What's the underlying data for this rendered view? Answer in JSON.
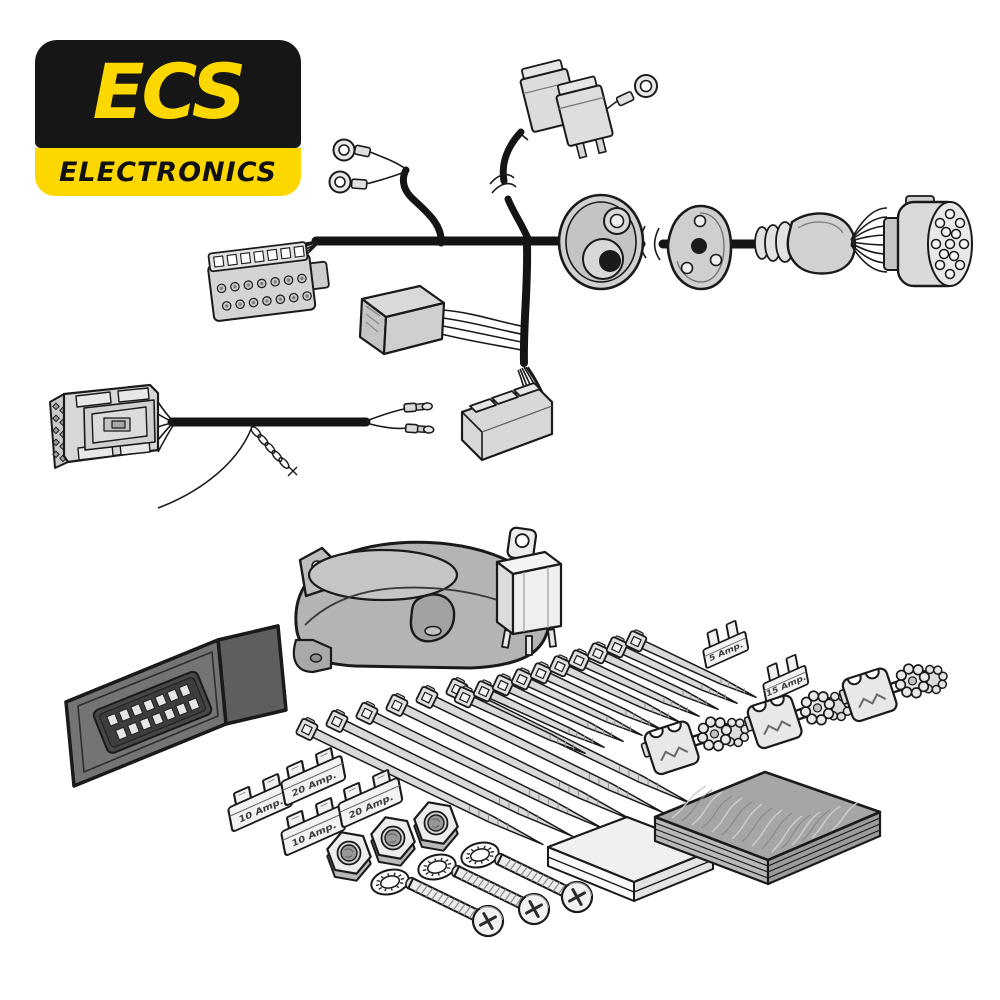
{
  "logo": {
    "brand": "ECS",
    "subtitle": "ELECTRONICS",
    "colors": {
      "yellow": "#fdd800",
      "black": "#161616"
    }
  },
  "fuses": {
    "mini": [
      {
        "label": "5 Amp."
      },
      {
        "label": "15 Amp."
      }
    ],
    "standard": [
      {
        "label": "10 Amp."
      },
      {
        "label": "20 Amp."
      },
      {
        "label": "10 Amp."
      },
      {
        "label": "20 Amp."
      }
    ]
  },
  "kit_contents": {
    "main_harness": [
      "vehicle-connector-14pin",
      "ring-terminals",
      "fuse-holders",
      "buzzer-module",
      "three-way-connector",
      "grommet",
      "mounting-plate",
      "rubber-boot",
      "trailer-connector-13pin"
    ],
    "extension_harness": [
      "quadlock-connector",
      "bullet-terminals",
      "twisted-wire"
    ],
    "loose_parts": {
      "ecu-module": 1,
      "socket-housing": 1,
      "relay": 1,
      "cable-tie-long": 6,
      "cable-tie-short": 10,
      "mini-fuse": 2,
      "blade-fuse": 4,
      "scotchlok-tap": 3,
      "hex-nut": 3,
      "lock-washer": 3,
      "phillips-screw": 3,
      "foam-pad": 1,
      "abrasive-pads": 1
    }
  }
}
